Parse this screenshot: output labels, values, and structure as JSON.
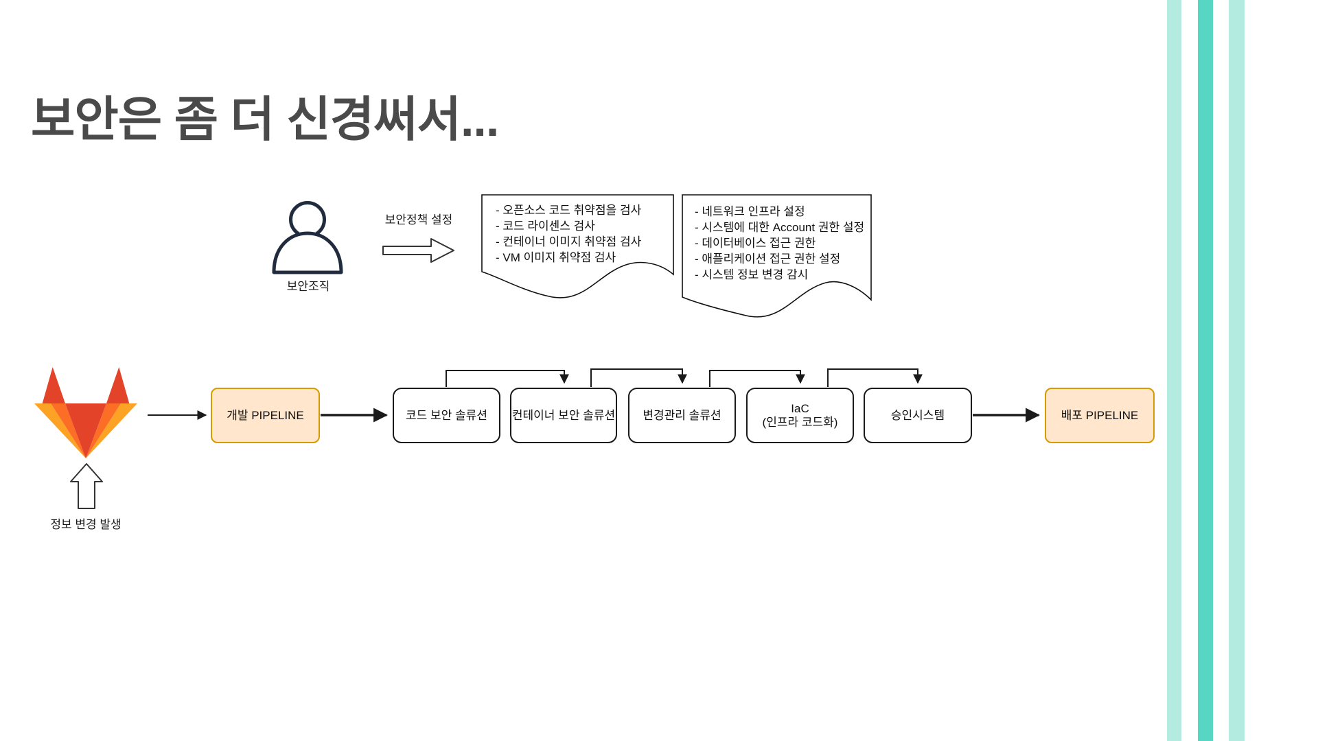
{
  "slide": {
    "title": "보안은 좀 더 신경써서...",
    "colors": {
      "title_text": "#4a4a4a",
      "peach_fill": "#ffe6cc",
      "peach_border": "#d79b00",
      "box_border": "#1a1a1a",
      "stripe_light": "#b3ebe1",
      "stripe_teal": "#57d6c3",
      "gitlab_red": "#e24329",
      "gitlab_orange": "#fc6d26",
      "gitlab_yellow": "#fca326"
    }
  },
  "policy_section": {
    "actor_label": "보안조직",
    "arrow_label": "보안정책 설정",
    "doc1_lines": [
      "- 오픈소스 코드  취약점을 검사",
      "- 코드 라이센스 검사",
      "- 컨테이너 이미지 취약점 검사",
      "- VM 이미지 취약점 검사"
    ],
    "doc2_lines": [
      "- 네트워크 인프라 설정",
      "- 시스템에 대한 Account 권한 설정",
      "- 데이터베이스 접근 권한",
      "- 애플리케이션 접근 권한 설정",
      "- 시스템 정보 변경 감시"
    ]
  },
  "pipeline": {
    "source_label": "정보 변경 발생",
    "stages": [
      {
        "label": "개발 PIPELINE",
        "type": "peach"
      },
      {
        "label": "코드 보안 솔류션",
        "type": "white"
      },
      {
        "label": "컨테이너 보안 솔류션",
        "type": "white"
      },
      {
        "label": "변경관리 솔류션",
        "type": "white"
      },
      {
        "label": "IaC",
        "sublabel": "(인프라 코드화)",
        "type": "white"
      },
      {
        "label": "승인시스템",
        "type": "white"
      },
      {
        "label": "배포 PIPELINE",
        "type": "peach"
      }
    ]
  }
}
